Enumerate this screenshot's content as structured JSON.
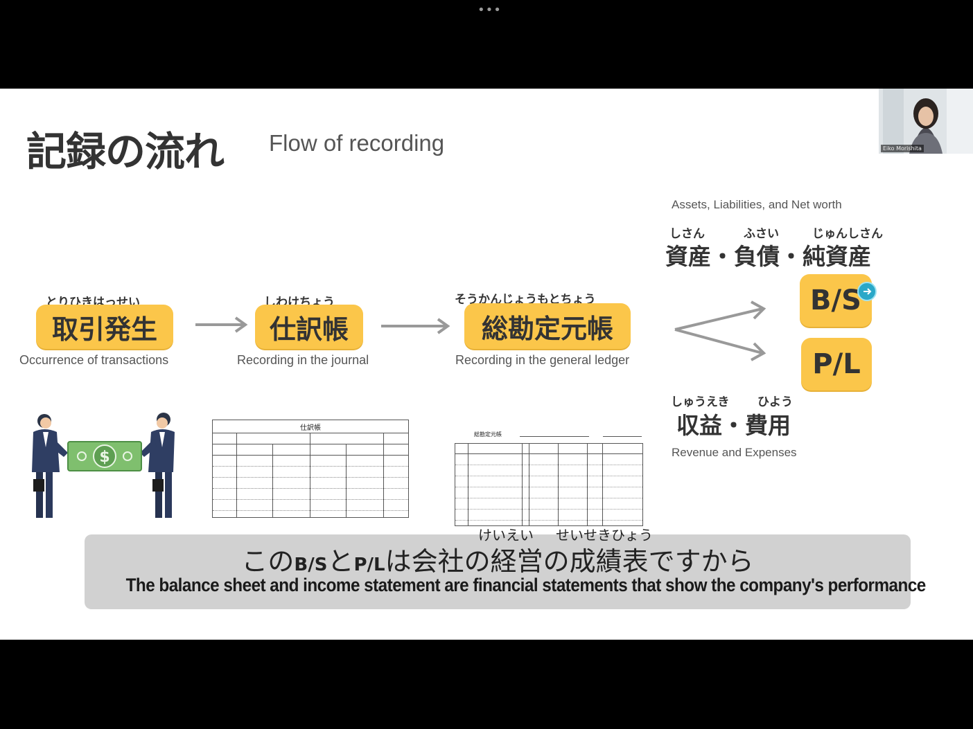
{
  "window": {
    "more_label": "•••"
  },
  "slide": {
    "title_jp": "記録の流れ",
    "title_en": "Flow of recording",
    "steps": [
      {
        "ruby": "とりひきはっせい",
        "label": "取引発生",
        "caption": "Occurrence of transactions"
      },
      {
        "ruby": "しわけちょう",
        "label": "仕訳帳",
        "caption": "Recording in the journal"
      },
      {
        "ruby": "そうかんじょうもとちょう",
        "label": "総勘定元帳",
        "caption": "Recording in the general ledger"
      }
    ],
    "bs": {
      "en": "Assets, Liabilities, and Net worth",
      "ruby": [
        "しさん",
        "ふさい",
        "じゅんしさん"
      ],
      "jp": "資産・負債・純資産",
      "label": "B/S"
    },
    "pl": {
      "label": "P/L",
      "ruby": [
        "しゅうえき",
        "ひよう"
      ],
      "jp": "収益・費用",
      "en": "Revenue and Expenses"
    },
    "journal_title": "仕訳帳",
    "ledger_title": "総勘定元帳"
  },
  "participant": {
    "name": "Eiko Morishita"
  },
  "subtitle": {
    "ruby": [
      "けいえい",
      "せいせきひょう"
    ],
    "jp_1": "この",
    "jp_bs": "B/S",
    "jp_2": "と",
    "jp_pl": "P/L",
    "jp_3": "は会社の経営の成績表ですから",
    "en": "The balance sheet and income statement are financial statements that show the company's performance"
  },
  "colors": {
    "accent": "#fbc64a",
    "text": "#333333",
    "money": "#7fbf6e",
    "cursor": "#2aa8c8"
  }
}
